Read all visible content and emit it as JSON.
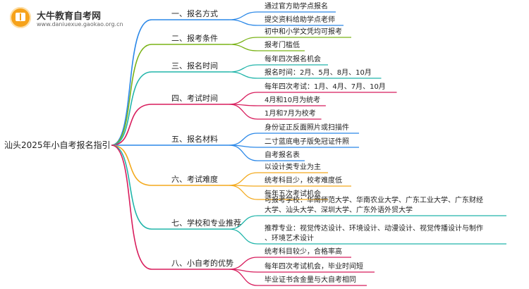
{
  "logo": {
    "title": "大牛教育自考网",
    "url": "www.daniuexue.gaokao.org.cn"
  },
  "root": "汕头2025年小自考报名指引",
  "branches": [
    {
      "label": "一、报名方式",
      "color": "#2b88e8",
      "leaves": [
        [
          "通过官方助学点报名"
        ],
        [
          "提交资料给助学点老师"
        ]
      ]
    },
    {
      "label": "二、报考条件",
      "color": "#7ab317",
      "leaves": [
        [
          "初中和小学文凭均可报考"
        ],
        [
          "报考门槛低"
        ]
      ]
    },
    {
      "label": "三、报名时间",
      "color": "#21b5aa",
      "leaves": [
        [
          "每年四次报名机会"
        ],
        [
          "报名时间：2月、5月、8月、10月"
        ]
      ]
    },
    {
      "label": "四、考试时间",
      "color": "#d81c5c",
      "leaves": [
        [
          "每年四次考试：1月、4月、7月、10月"
        ],
        [
          "4月和10月为统考"
        ],
        [
          "1月和7月为校考"
        ]
      ]
    },
    {
      "label": "五、报名材料",
      "color": "#2b88e8",
      "leaves": [
        [
          "身份证正反面照片或扫描件"
        ],
        [
          "二寸蓝底电子版免冠证件照"
        ],
        [
          "自考报名表"
        ]
      ]
    },
    {
      "label": "六、考试难度",
      "color": "#f3a91c",
      "leaves": [
        [
          "以设计类专业为主"
        ],
        [
          "统考科目少，校考难度低"
        ],
        [
          "每年五次考试机会"
        ]
      ]
    },
    {
      "label": "七、学校和专业推荐",
      "color": "#21b5aa",
      "leaves": [
        [
          "可报考学校：华南师范大学、华南农业大学、广东工业大学、广东财经",
          "大学、汕头大学、深圳大学、广东外语外贸大学"
        ],
        [
          "推荐专业：视觉传达设计、环境设计、动漫设计、视觉传播设计与制作",
          "、环境艺术设计"
        ]
      ]
    },
    {
      "label": "八、小自考的优势",
      "color": "#d81c5c",
      "leaves": [
        [
          "统考科目较少，合格率高"
        ],
        [
          "每年四次考试机会，毕业时间短"
        ],
        [
          "毕业证书含金量与大自考相同"
        ]
      ]
    }
  ]
}
